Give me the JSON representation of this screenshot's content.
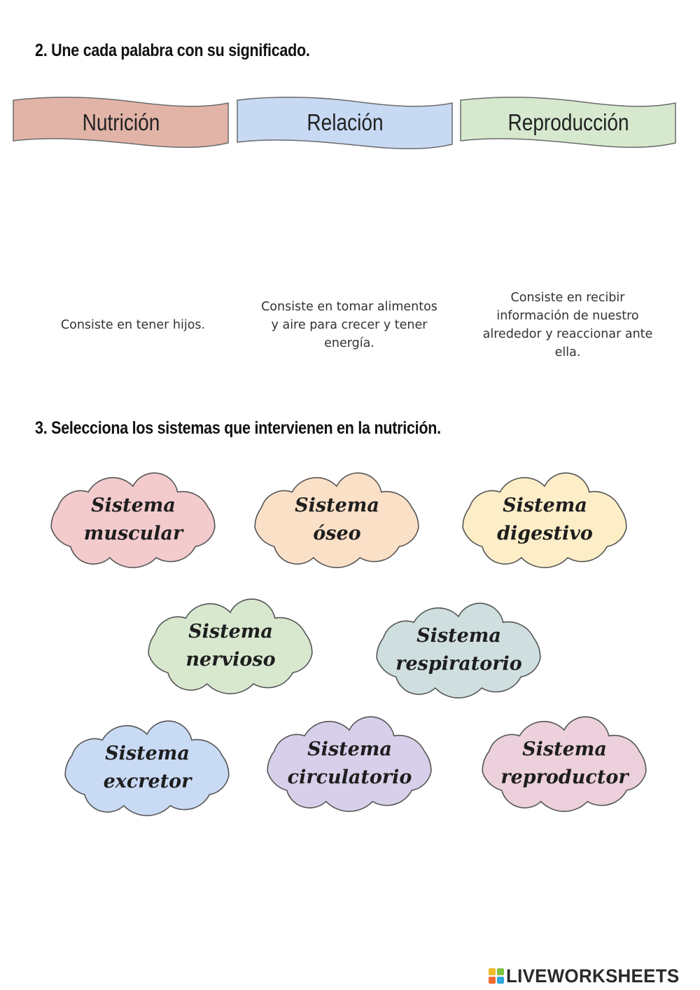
{
  "section2": {
    "heading": "2. Une cada palabra con su significado.",
    "banners": [
      {
        "label": "Nutrición",
        "color": "#e2b4a8"
      },
      {
        "label": "Relación",
        "color": "#c7d9f3"
      },
      {
        "label": "Reproducción",
        "color": "#d6e9cf"
      }
    ],
    "meanings": [
      {
        "text": "Consiste en tener hijos."
      },
      {
        "text": "Consiste en tomar alimentos y aire para crecer y tener energía."
      },
      {
        "text": "Consiste en recibir información de nuestro alrededor y reaccionar ante ella."
      }
    ]
  },
  "section3": {
    "heading": "3. Selecciona los sistemas que intervienen en la nutrición.",
    "clouds": [
      {
        "line1": "Sistema",
        "line2": "muscular",
        "color": "#f3cbcd"
      },
      {
        "line1": "Sistema",
        "line2": "óseo",
        "color": "#fbe0c8"
      },
      {
        "line1": "Sistema",
        "line2": "digestivo",
        "color": "#fdeec8"
      },
      {
        "line1": "Sistema",
        "line2": "nervioso",
        "color": "#d8e8cf"
      },
      {
        "line1": "Sistema",
        "line2": "respiratorio",
        "color": "#cfdedf"
      },
      {
        "line1": "Sistema",
        "line2": "excretor",
        "color": "#c9daf5"
      },
      {
        "line1": "Sistema",
        "line2": "circulatorio",
        "color": "#d8d0ea"
      },
      {
        "line1": "Sistema",
        "line2": "reproductor",
        "color": "#ecd0dc"
      }
    ]
  },
  "footer": {
    "logo_text": "LIVEWORKSHEETS",
    "logo_colors": [
      "#f2b826",
      "#7dc242",
      "#ef6a33",
      "#2fa6de"
    ],
    "logo_text_color": "#2a2a2a",
    "icon": "liveworksheets-logo-icon"
  }
}
